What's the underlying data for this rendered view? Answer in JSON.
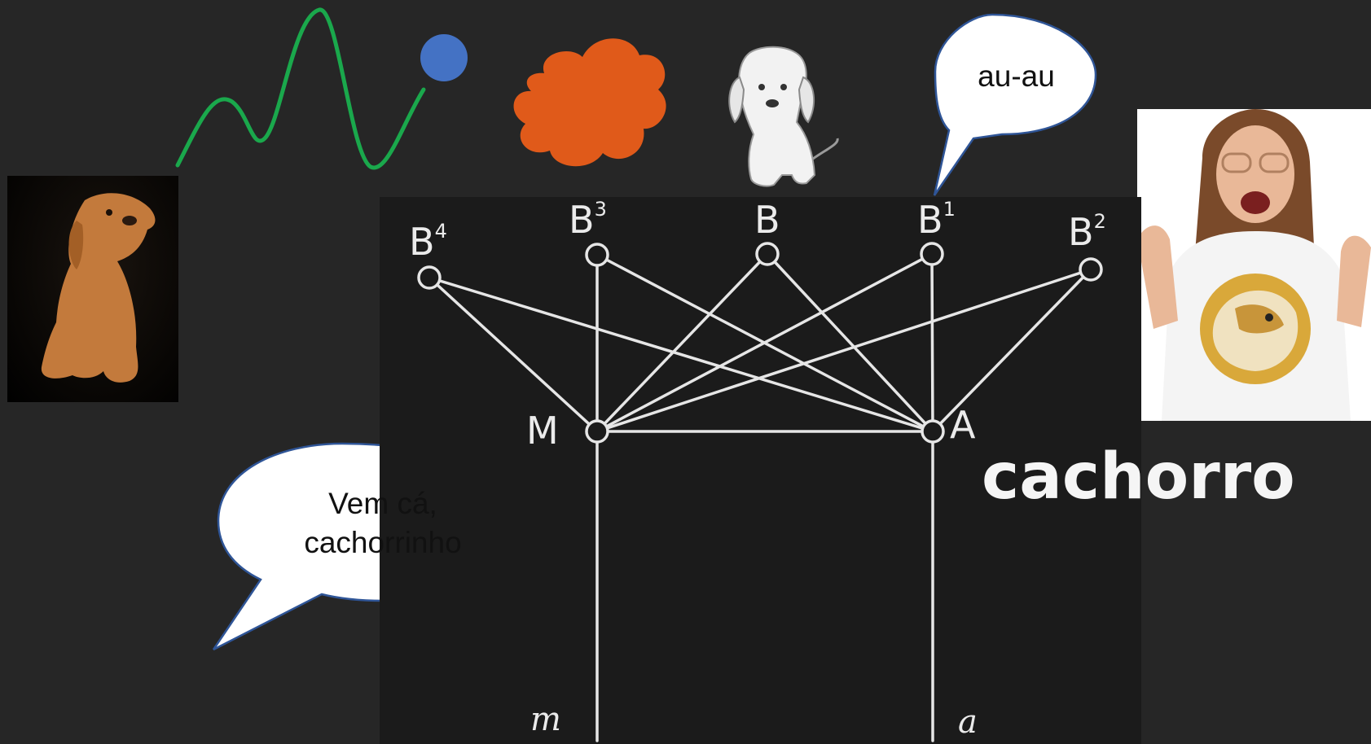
{
  "diagram": {
    "labels": {
      "b4": {
        "base": "B",
        "sup": "4"
      },
      "b3": {
        "base": "B",
        "sup": "3"
      },
      "b": {
        "base": "B",
        "sup": ""
      },
      "b1": {
        "base": "B",
        "sup": "1"
      },
      "b2": {
        "base": "B",
        "sup": "2"
      },
      "m": "M",
      "a": "A",
      "m_lower": "m",
      "a_lower": "a"
    }
  },
  "bubbles": {
    "top": "au-au",
    "bottom_line1": "Vem cá,",
    "bottom_line2": "cachorrinho"
  },
  "word": "cachorro",
  "colors": {
    "background": "#262626",
    "wave": "#1aa84c",
    "dot": "#4472c4",
    "blob": "#e05a1a",
    "bubble_fill": "#ffffff",
    "bubble_stroke": "#2f5597"
  },
  "icons": [
    "puppy-photo",
    "sound-wave-icon",
    "blue-dot-icon",
    "orange-blob-icon",
    "puppy-drawing-icon",
    "woman-photo",
    "dog-shirt-icon"
  ]
}
